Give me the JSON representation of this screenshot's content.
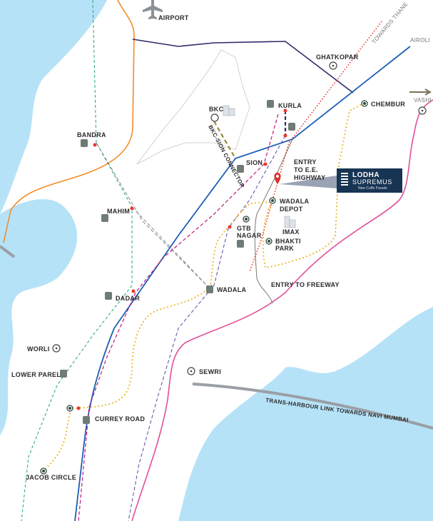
{
  "colors": {
    "water": "#b6e2f7",
    "western_line": "#1d5fb5",
    "orange_road": "#f28c28",
    "navy_road": "#2d2a6b",
    "pink_road": "#e04f98",
    "metro_red_dotted": "#e8392b",
    "monorail_gold": "#e8b31a",
    "green_dashed": "#1fa67a",
    "magenta_dashed": "#c2187f",
    "purple_dashed": "#5c4ba6",
    "brand_navy": "#173553"
  },
  "places": {
    "airport": "AIRPORT",
    "airoli": "AIROLI",
    "towards_thane": "TOWARDS THANE",
    "ghatkopar": "GHATKOPAR",
    "vashi": "VASHI",
    "chembur": "CHEMBUR",
    "kurla": "KURLA",
    "bkc": "BKC",
    "bkc_sion_connector": "BKC-SION CONNECTOR",
    "bandra": "BANDRA",
    "sion": "SION",
    "entry_ee_1": "ENTRY",
    "entry_ee_2": "TO E.E.",
    "entry_ee_3": "HIGHWAY",
    "wadala_depot_1": "WADALA",
    "wadala_depot_2": "DEPOT",
    "mahim": "MAHIM",
    "gtb_1": "GTB",
    "gtb_2": "NAGAR",
    "imax": "IMAX",
    "bhakti_1": "BHAKTI",
    "bhakti_2": "PARK",
    "entry_freeway": "ENTRY TO FREEWAY",
    "dadar": "DADAR",
    "wadala": "WADALA",
    "worli": "WORLI",
    "lower_parel": "LOWER PAREL",
    "sewri": "SEWRI",
    "trans_harbour": "TRANS-HARBOUR LINK TOWARDS NAVI MUMBAI",
    "currey_road": "CURREY ROAD",
    "jacob_circle": "JACOB CIRCLE"
  },
  "brand": {
    "name_line1": "LODHA",
    "name_line2": "SUPREMUS",
    "location": "New Cuffe Parade"
  },
  "icons": {
    "airport": "airplane-icon",
    "station": "train-icon",
    "metro": "metro-station-icon",
    "landmark": "building-icon",
    "project": "location-pin-icon",
    "direction": "arrow-right-icon"
  }
}
